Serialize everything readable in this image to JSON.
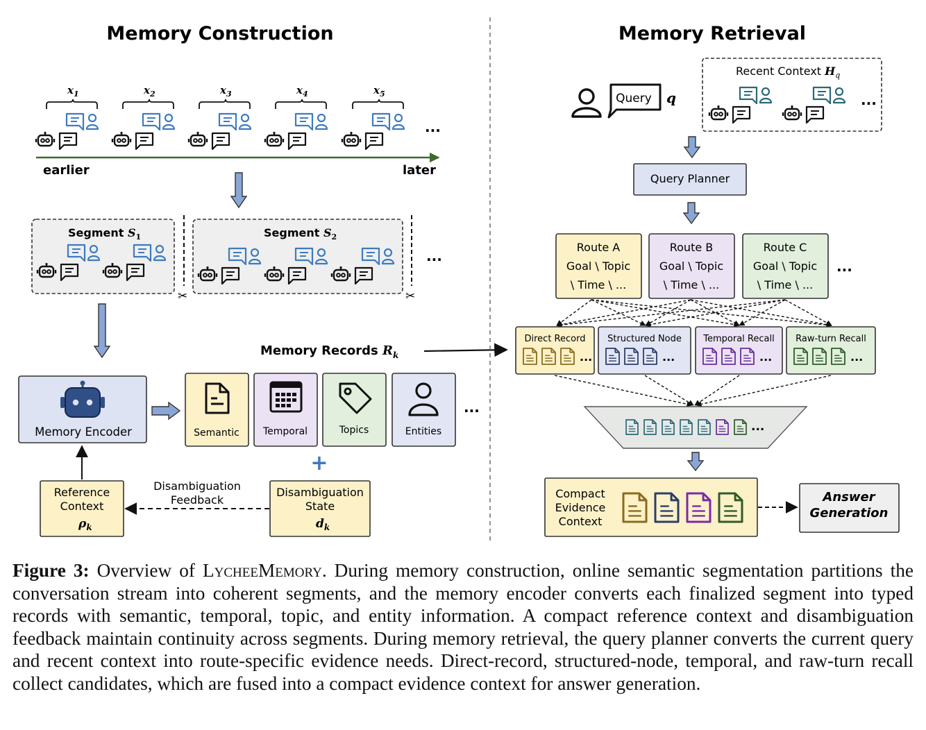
{
  "construction": {
    "title": "Memory Construction",
    "turn_labels": [
      "x",
      "x",
      "x",
      "x",
      "x"
    ],
    "turn_subscripts": [
      "1",
      "2",
      "3",
      "4",
      "5"
    ],
    "axis_start": "earlier",
    "axis_end": "later",
    "segment1_label": "Segment ",
    "segment1_var": "S",
    "segment1_sub": "1",
    "segment2_label": "Segment ",
    "segment2_var": "S",
    "segment2_sub": "2",
    "ellipsis": "...",
    "encoder_label": "Memory Encoder",
    "records_label": "Memory Records ",
    "records_var": "R",
    "records_sub": "k",
    "record_types": [
      "Semantic",
      "Temporal",
      "Topics",
      "Entities"
    ],
    "plus_sign": "+",
    "reference_lines": [
      "Reference",
      "Context"
    ],
    "reference_var": "ρ",
    "reference_sub": "k",
    "feedback_lines": [
      "Disambiguation",
      "Feedback"
    ],
    "state_lines": [
      "Disambiguation",
      "State"
    ],
    "state_var": "d",
    "state_sub": "k"
  },
  "retrieval": {
    "title": "Memory Retrieval",
    "query_label": "Query",
    "query_var": "q",
    "recent_context_label": "Recent Context ",
    "recent_context_var": "H",
    "recent_context_sub": "q",
    "planner_label": "Query Planner",
    "routes": [
      {
        "title": "Route A",
        "line1": "Goal \\ Topic",
        "line2": "\\ Time \\ ...",
        "fill": "#fdf1c8",
        "stroke": "#55544e"
      },
      {
        "title": "Route B",
        "line1": "Goal \\ Topic",
        "line2": "\\ Time \\ ...",
        "fill": "#ebe3f4",
        "stroke": "#55544e"
      },
      {
        "title": "Route C",
        "line1": "Goal \\ Topic",
        "line2": "\\ Time \\ ...",
        "fill": "#e1efdc",
        "stroke": "#55544e"
      }
    ],
    "recalls": [
      {
        "label": "Direct Record",
        "fill": "#fdf1c8",
        "doc_color": "#8b6b1e"
      },
      {
        "label": "Structured Node",
        "fill": "#e2e6f4",
        "doc_color": "#2c3e6b"
      },
      {
        "label": "Temporal Recall",
        "fill": "#ebe3f4",
        "doc_color": "#6a2d9c"
      },
      {
        "label": "Raw-turn Recall",
        "fill": "#e1efdc",
        "doc_color": "#2f5b2a"
      }
    ],
    "funnel_doc_colors": [
      "#2a6878",
      "#2a6878",
      "#2a6878",
      "#2a6878",
      "#2a6878",
      "#6a2d9c",
      "#2f5b2a"
    ],
    "compact_lines": [
      "Compact",
      "Evidence",
      "Context"
    ],
    "compact_doc_colors": [
      "#8b6b1e",
      "#2c3e6b",
      "#7a2aa8",
      "#2f5b2a"
    ],
    "answer_lines": [
      "Answer",
      "Generation"
    ]
  },
  "colors": {
    "blue_icon": "#3d7bbf",
    "teal_icon": "#2a6878",
    "encoder_fill": "#dde3f3",
    "planner_fill": "#dde3f3",
    "record_semantic_fill": "#fdf1c8",
    "record_temporal_fill": "#ebe3f4",
    "record_topics_fill": "#e1efdc",
    "record_entities_fill": "#e2e6f4",
    "gray_fill": "#efefef",
    "axis_green": "#3c6b2c",
    "arrow_blue": "#8aa6d6"
  },
  "caption": {
    "label": "Figure 3:",
    "pre": " Overview of ",
    "name": "LycheeMemory",
    "text": ". During memory construction, online semantic segmentation partitions the conversation stream into coherent segments, and the memory encoder converts each finalized segment into typed records with semantic, temporal, topic, and entity information. A compact reference context and disambiguation feedback maintain continuity across segments. During memory retrieval, the query planner converts the current query and recent context into route-specific evidence needs. Direct-record, structured-node, temporal, and raw-turn recall collect candidates, which are fused into a compact evidence context for answer generation."
  }
}
